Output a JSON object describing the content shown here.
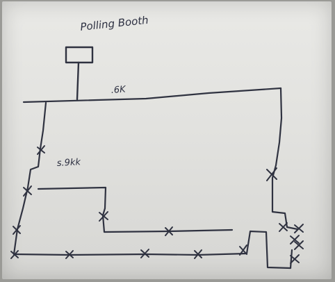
{
  "diagram": {
    "title": "Polling Booth",
    "main_line_label": ".6K",
    "branch_label": "s.9kk"
  }
}
